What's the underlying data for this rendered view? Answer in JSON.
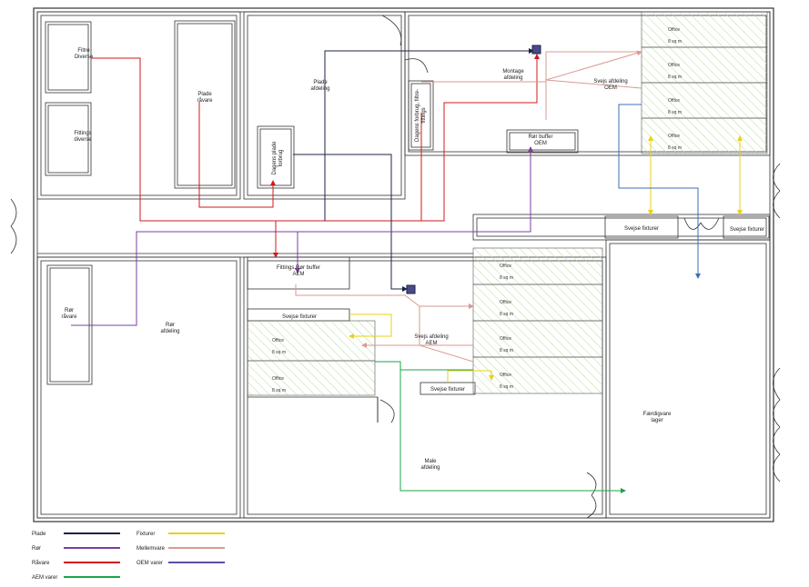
{
  "rooms": {
    "filtre": "Filtre\nDiverse",
    "fittings": "Fittings\ndiverse",
    "plade_ravare": "Plade\nråvare",
    "dagens_plade": "Dagens plade\nforbrug",
    "plade_afdeling": "Plade\nafdeling",
    "dagens_filtre": "Dagens forbrug, filtre-\nfittings",
    "montage": "Montage\nafdeling",
    "svejs_oem": "Svejs afdeling\nOEM",
    "ror_buffer_oem": "Rør buffer\nOEM",
    "fittings_ror_buffer": "Fittings,Rør buffer\nAEM",
    "ror_ravare": "Rør\nråvare",
    "ror_afdeling": "Rør\nafdeling",
    "svejs_aem": "Svejs afdeling\nAEM",
    "male": "Male\nafdeling",
    "faerdigvare": "Færdigvare\nlager"
  },
  "fixtures": {
    "svejse_fixturer_mid": "Svejse fixturer",
    "svejse_fixturer_r": "Svejse fixturer",
    "svejse_fixturer_left": "Svejse fixturer",
    "svejse_fixturer_bottom": "Svejse fixturer"
  },
  "office": {
    "name": "Office",
    "area": "8 sq m"
  },
  "legend": [
    {
      "label": "Plade",
      "color": "#1c2340"
    },
    {
      "label": "Rør",
      "color": "#7a3fa0"
    },
    {
      "label": "Råvare",
      "color": "#d01a1a"
    },
    {
      "label": "AEM varer",
      "color": "#1aa64a"
    },
    {
      "label": "Fixturer",
      "color": "#e8d21a"
    },
    {
      "label": "Mellemvare",
      "color": "#d99a92"
    },
    {
      "label": "OEM varer",
      "color": "#5a4ea8"
    }
  ],
  "colors": {
    "plade": "#1c2340",
    "ror": "#7a3fa0",
    "ravare": "#d01a1a",
    "aem": "#1aa64a",
    "fixturer": "#e8d21a",
    "mellemvare": "#d99a92",
    "oem": "#5a4ea8",
    "blue_line": "#3a6fb8",
    "hatch": "#b8dca0",
    "wall": "#333333"
  }
}
